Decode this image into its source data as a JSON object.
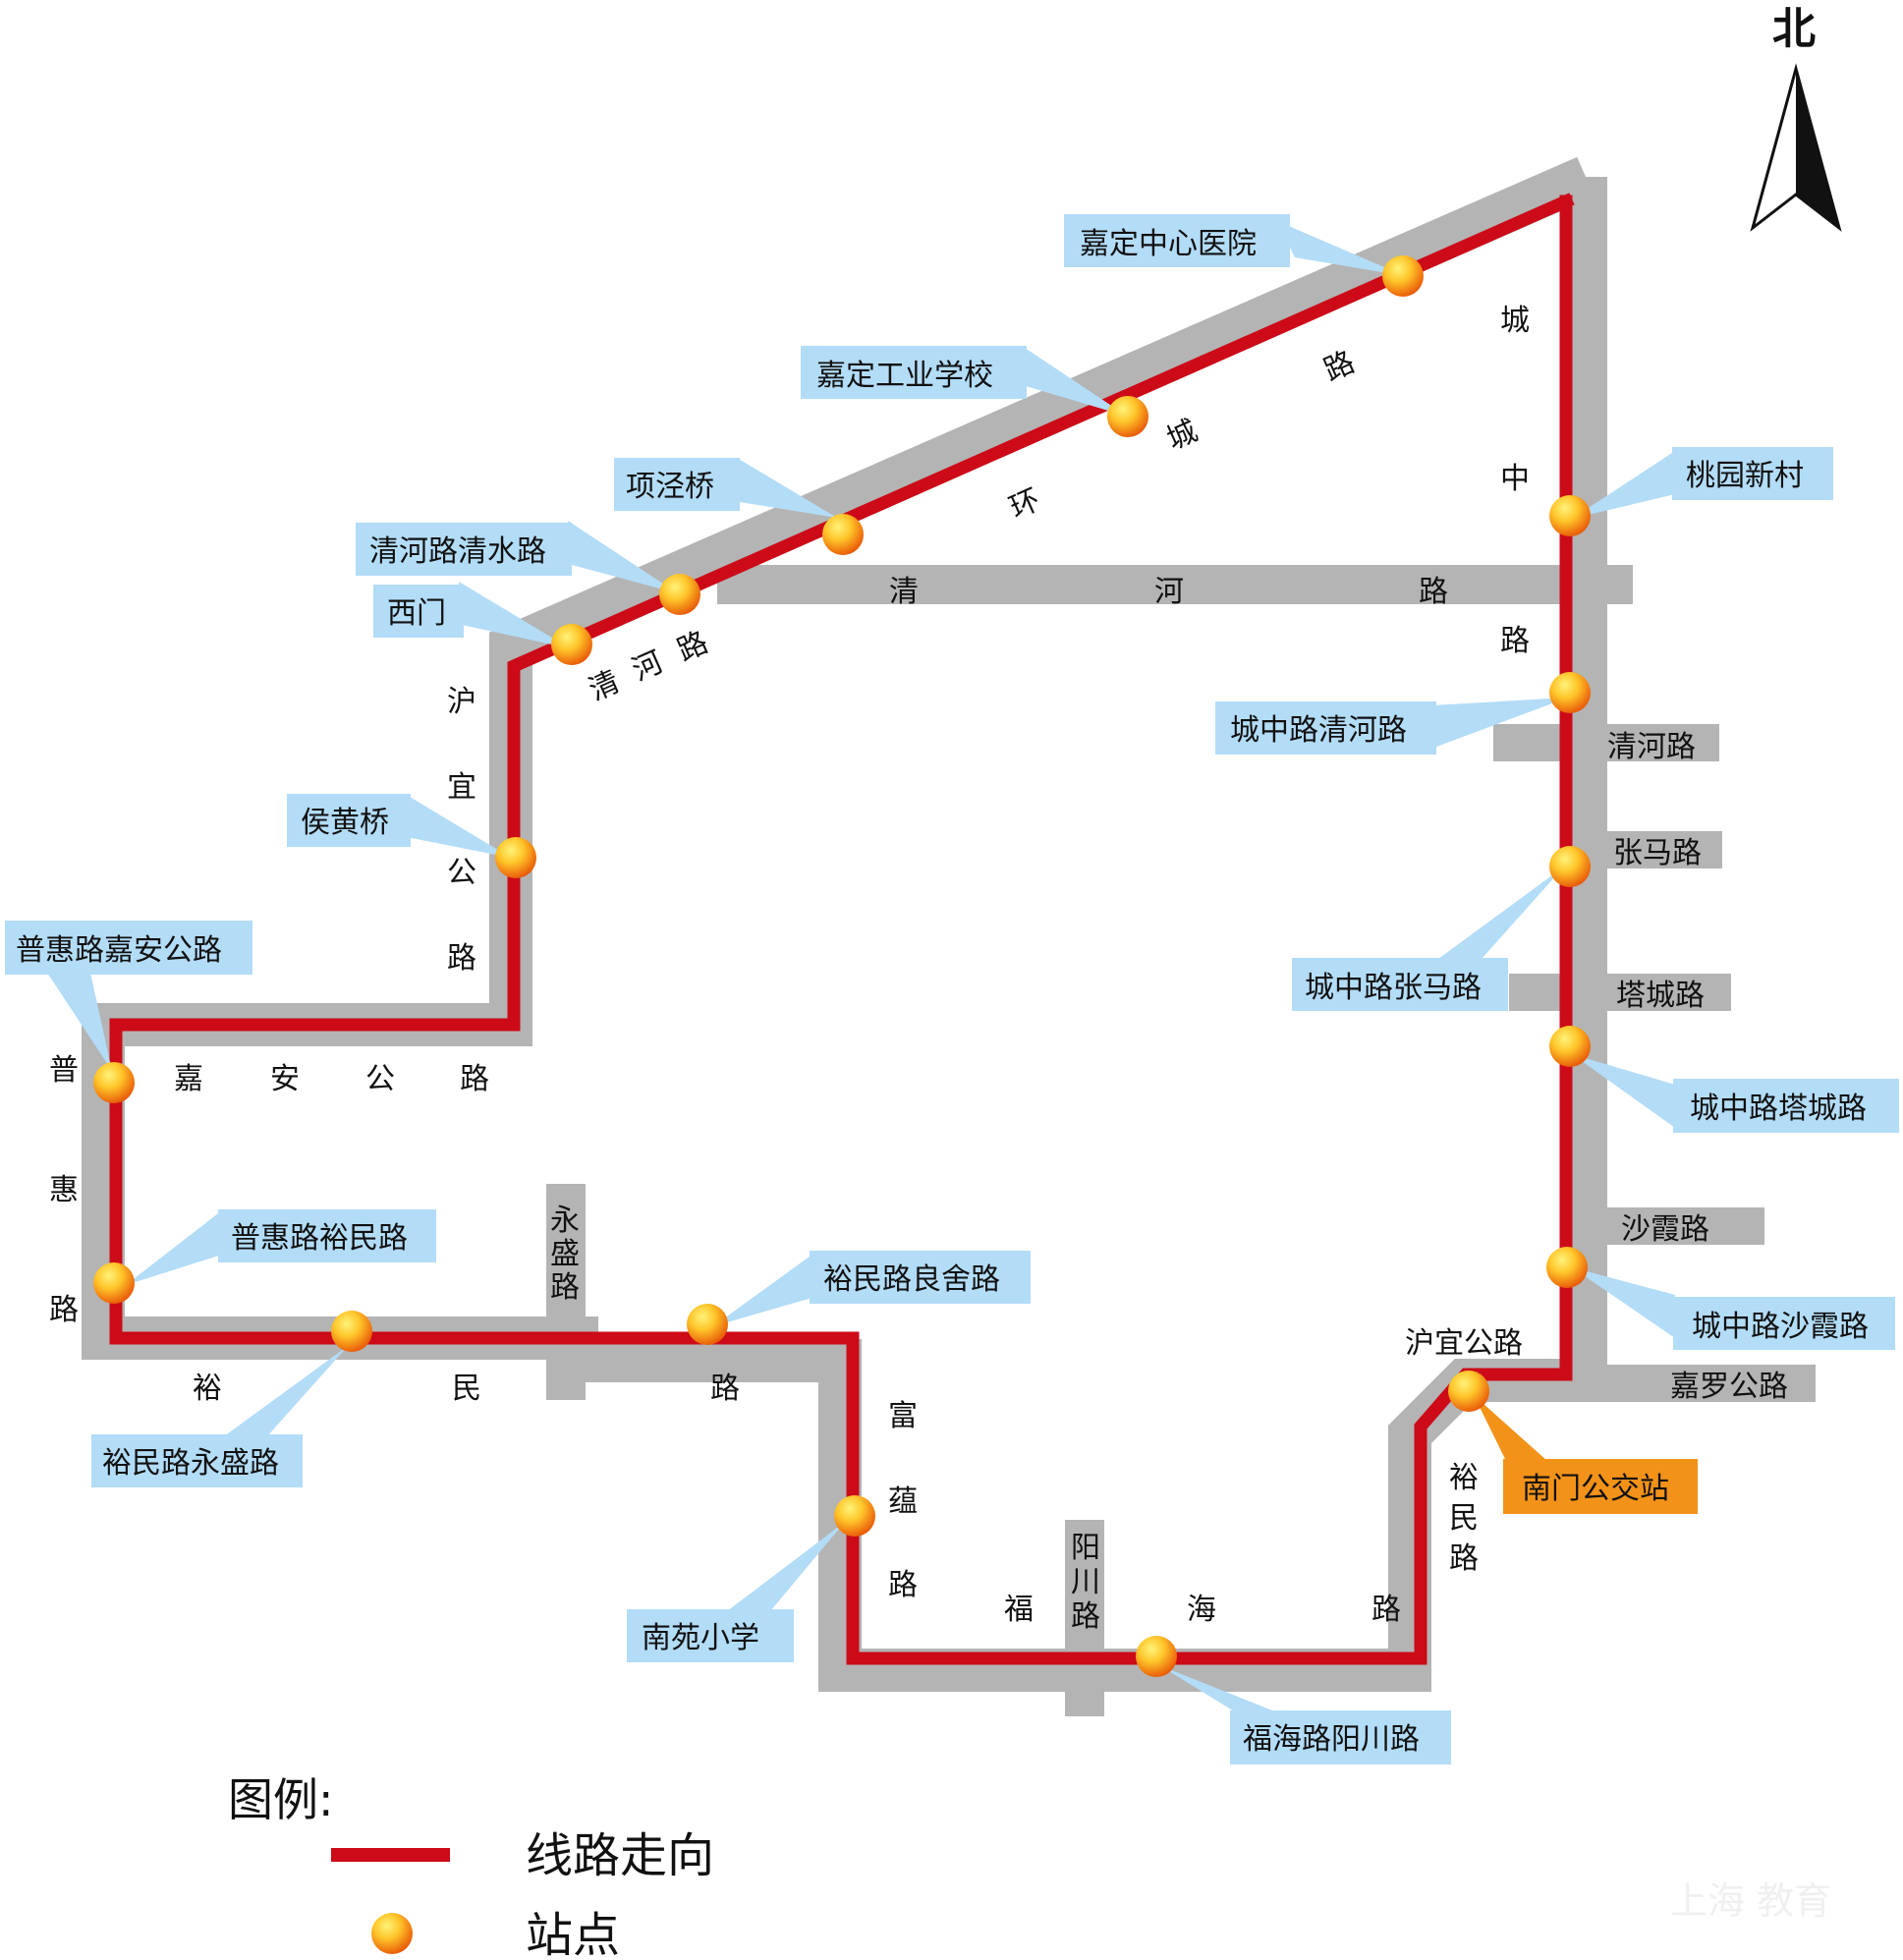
{
  "north_label": "北",
  "legend": {
    "title": "图例:",
    "route_label": "线路走向",
    "stop_label": "站点"
  },
  "watermark": "上海 教育",
  "colors": {
    "road": "#b4b4b4",
    "route": "#cc0a18",
    "label_bg": "#b3dcf7",
    "terminal_bg": "#f39219"
  },
  "stations": [
    {
      "name": "嘉定中心医院"
    },
    {
      "name": "嘉定工业学校"
    },
    {
      "name": "项泾桥"
    },
    {
      "name": "清河路清水路"
    },
    {
      "name": "西门"
    },
    {
      "name": "侯黄桥"
    },
    {
      "name": "普惠路嘉安公路"
    },
    {
      "name": "普惠路裕民路"
    },
    {
      "name": "裕民路永盛路"
    },
    {
      "name": "裕民路良舍路"
    },
    {
      "name": "南苑小学"
    },
    {
      "name": "福海路阳川路"
    },
    {
      "name": "南门公交站",
      "terminal": true
    },
    {
      "name": "城中路沙霞路"
    },
    {
      "name": "城中路塔城路"
    },
    {
      "name": "城中路张马路"
    },
    {
      "name": "城中路清河路"
    },
    {
      "name": "桃园新村"
    }
  ],
  "roads": {
    "huanchenglu": [
      "环",
      "城",
      "路"
    ],
    "chengzhonglu": [
      "城",
      "中",
      "路"
    ],
    "qinghelu_top": [
      "清",
      "河",
      "路"
    ],
    "qinghelu_diag": [
      "清",
      "河",
      "路"
    ],
    "huyigonglu_v": [
      "沪",
      "宜",
      "公",
      "路"
    ],
    "jiaangonglu": [
      "嘉",
      "安",
      "公",
      "路"
    ],
    "puhuilu": [
      "普",
      "惠",
      "路"
    ],
    "yongshenglu": [
      "永",
      "盛",
      "路"
    ],
    "yuminlu_h": [
      "裕",
      "民",
      "路"
    ],
    "fuyunlu": [
      "富",
      "蕴",
      "路"
    ],
    "fuhailu": [
      "福",
      "海",
      "路"
    ],
    "yangchuanlu": [
      "阳",
      "川",
      "路"
    ],
    "yuminlu_v": [
      "裕",
      "民",
      "路"
    ],
    "qinghelu_right": "清河路",
    "zhangmalu": "张马路",
    "tachenglu": "塔城路",
    "shaxialu": "沙霞路",
    "huyigonglu_h": "沪宜公路",
    "jialuogonglu": "嘉罗公路"
  }
}
